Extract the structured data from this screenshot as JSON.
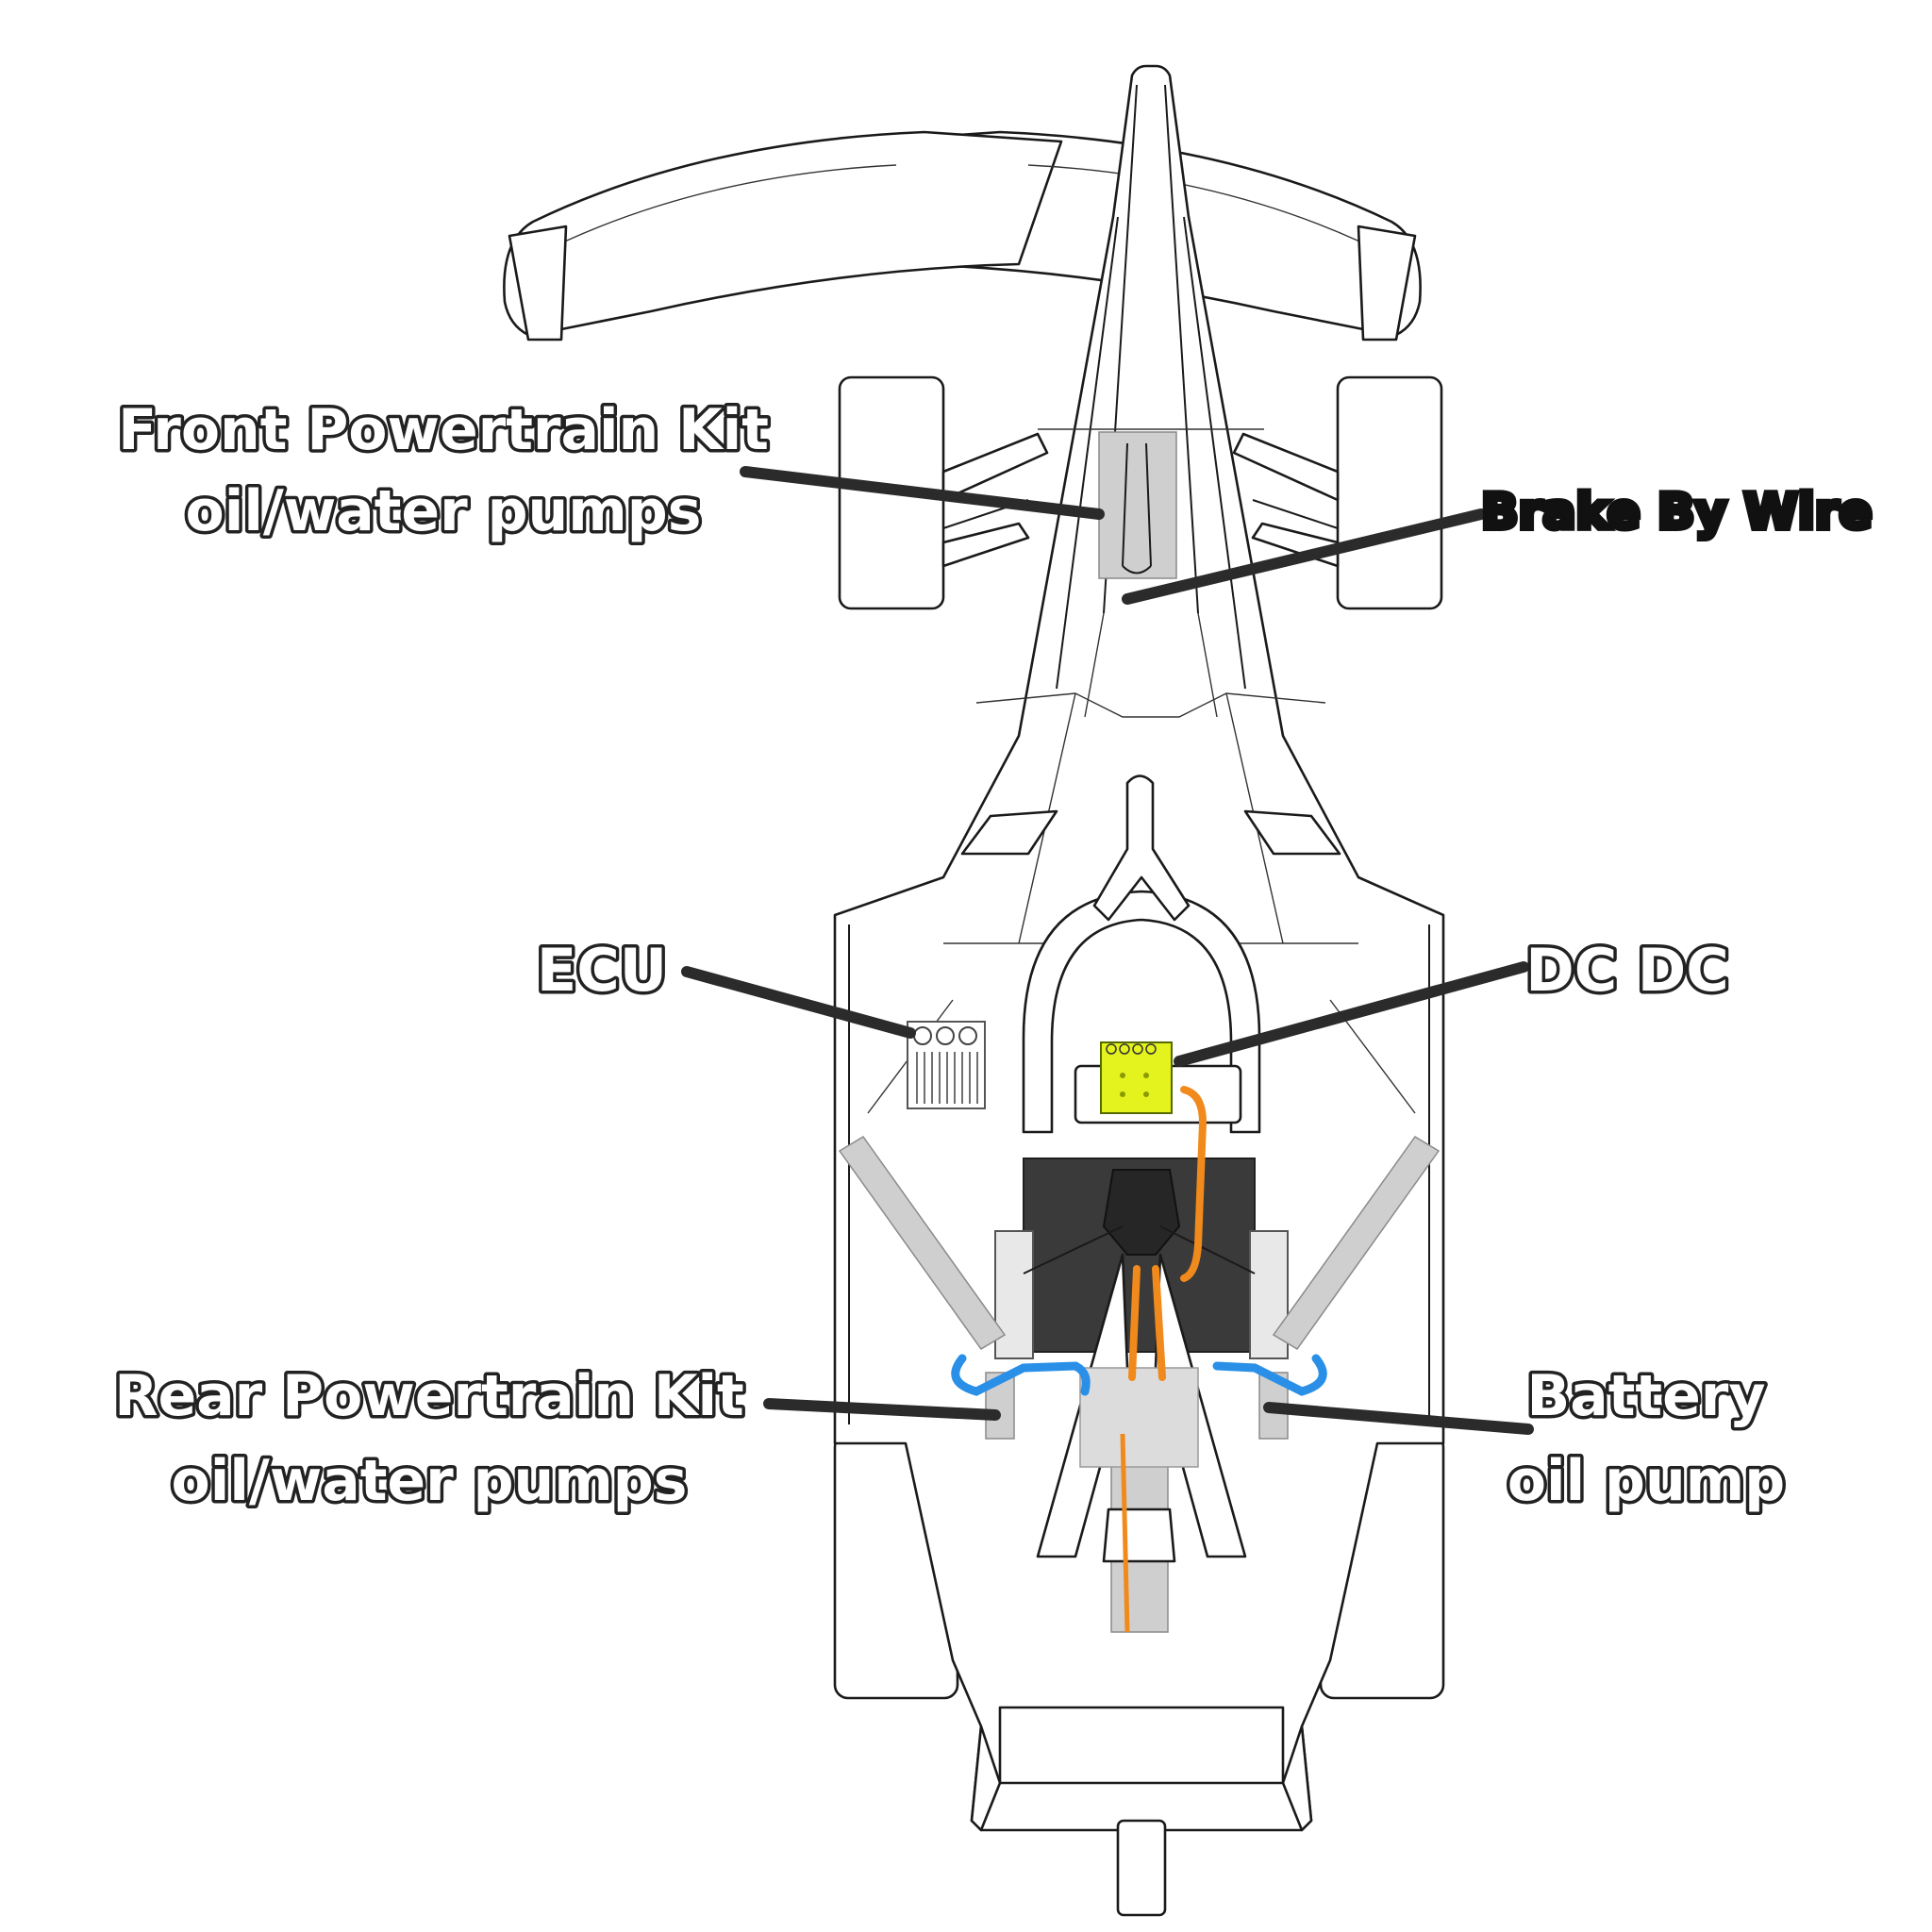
{
  "labels": {
    "front_line1": "Front Powertrain Kit",
    "front_line2": "oil/water pumps",
    "brake_by_wire": "Brake By Wire",
    "ecu": "ECU",
    "dcdc": "DC DC",
    "rear_line1": "Rear Powertrain Kit",
    "rear_line2": "oil/water pumps",
    "battery_line1": "Battery",
    "battery_line2": "oil pump"
  },
  "colors": {
    "dcdc_unit": "#e4f21e",
    "orange_pipe": "#f08a1c",
    "blue_pipe": "#2a8fe6",
    "battery": "#3a3a3a",
    "component_gray": "#cfcfcf"
  }
}
